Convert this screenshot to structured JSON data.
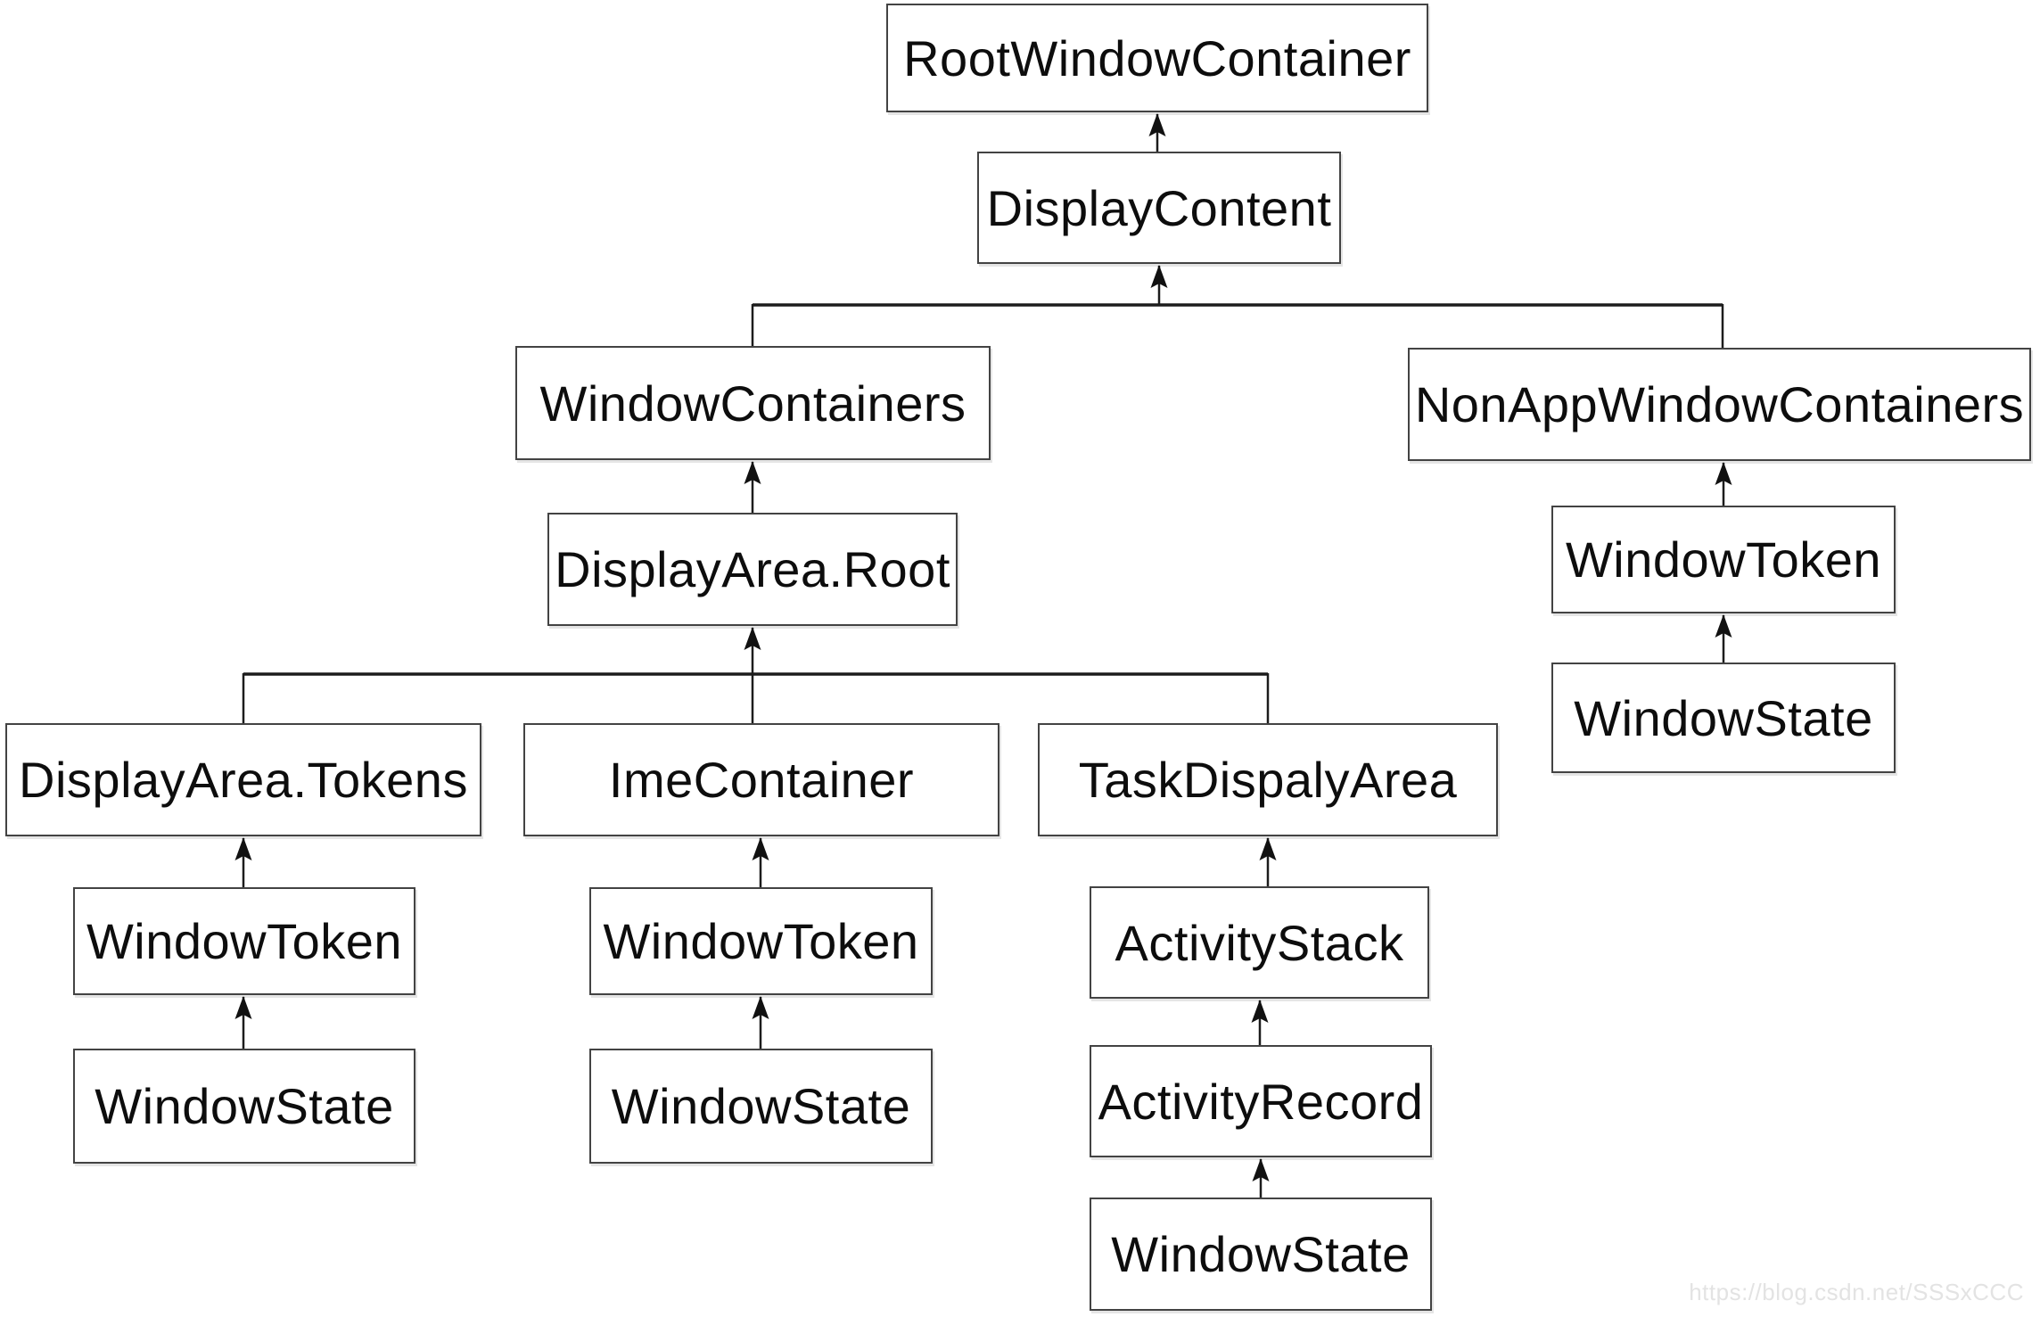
{
  "diagram": {
    "description": "Android window hierarchy class diagram",
    "nodes": [
      {
        "id": "root-window-container",
        "label": "RootWindowContainer"
      },
      {
        "id": "display-content",
        "label": "DisplayContent"
      },
      {
        "id": "window-containers",
        "label": "WindowContainers"
      },
      {
        "id": "non-app-window-containers",
        "label": "NonAppWindowContainers"
      },
      {
        "id": "display-area-root",
        "label": "DisplayArea.Root"
      },
      {
        "id": "window-token-nonapp",
        "label": "WindowToken"
      },
      {
        "id": "window-state-nonapp",
        "label": "WindowState"
      },
      {
        "id": "display-area-tokens",
        "label": "DisplayArea.Tokens"
      },
      {
        "id": "ime-container",
        "label": "ImeContainer"
      },
      {
        "id": "task-dispaly-area",
        "label": "TaskDispalyArea"
      },
      {
        "id": "window-token-tokens",
        "label": "WindowToken"
      },
      {
        "id": "window-state-tokens",
        "label": "WindowState"
      },
      {
        "id": "window-token-ime",
        "label": "WindowToken"
      },
      {
        "id": "window-state-ime",
        "label": "WindowState"
      },
      {
        "id": "activity-stack",
        "label": "ActivityStack"
      },
      {
        "id": "activity-record",
        "label": "ActivityRecord"
      },
      {
        "id": "window-state-task",
        "label": "WindowState"
      }
    ],
    "edges": [
      {
        "from": "display-content",
        "to": "root-window-container"
      },
      {
        "from": "window-containers",
        "to": "display-content"
      },
      {
        "from": "non-app-window-containers",
        "to": "display-content"
      },
      {
        "from": "display-area-root",
        "to": "window-containers"
      },
      {
        "from": "display-area-tokens",
        "to": "display-area-root"
      },
      {
        "from": "ime-container",
        "to": "display-area-root"
      },
      {
        "from": "task-dispaly-area",
        "to": "display-area-root"
      },
      {
        "from": "window-token-nonapp",
        "to": "non-app-window-containers"
      },
      {
        "from": "window-state-nonapp",
        "to": "window-token-nonapp"
      },
      {
        "from": "window-token-tokens",
        "to": "display-area-tokens"
      },
      {
        "from": "window-state-tokens",
        "to": "window-token-tokens"
      },
      {
        "from": "window-token-ime",
        "to": "ime-container"
      },
      {
        "from": "window-state-ime",
        "to": "window-token-ime"
      },
      {
        "from": "activity-stack",
        "to": "task-dispaly-area"
      },
      {
        "from": "activity-record",
        "to": "activity-stack"
      },
      {
        "from": "window-state-task",
        "to": "activity-record"
      }
    ],
    "watermark": "https://blog.csdn.net/SSSxCCC",
    "colors": {
      "background": "#ffffff",
      "box_border": "#434343",
      "line": "#1c1c1c",
      "text": "#0d0d0d",
      "watermark": "#e3e3e3"
    }
  }
}
